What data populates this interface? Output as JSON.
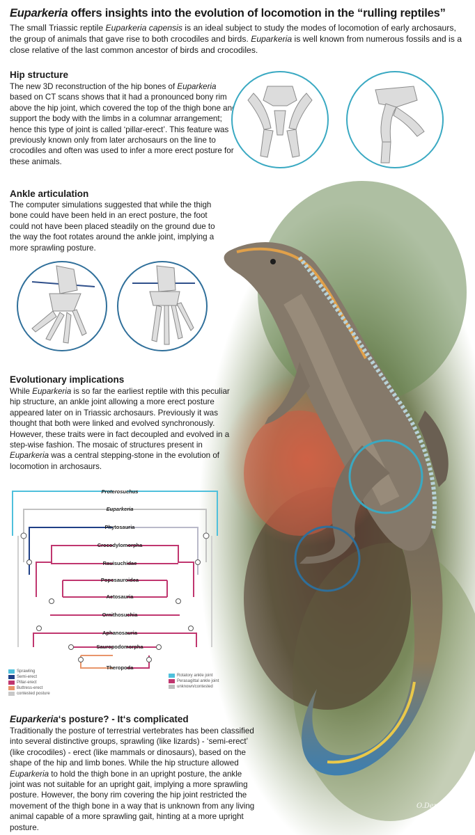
{
  "title": {
    "species": "Euparkeria",
    "rest": " offers insights into the evolution of locomotion in the “rulling reptiles”"
  },
  "intro": {
    "p1": "The small Triassic reptile ",
    "p1_it": "Euparkeria capensis",
    "p2": " is an ideal subject to study the modes of locomotion of early archosaurs, the group of animals that gave rise to both crocodiles and birds. ",
    "p2_it": "Euparkeria",
    "p3": " is well known from numerous fossils and is a close relative of the last common ancestor of birds and crocodiles."
  },
  "hip": {
    "heading": "Hip structure",
    "t1": "The new 3D reconstruction of the hip bones of ",
    "t1_it": "Euparkeria",
    "t2": " based on CT scans shows that it had a pronounced bony rim above the hip joint, which covered the top of the thigh bone and support the body with the limbs in a columnar arrangement; hence this type of joint is called ‘pillar-erect’. This feature was previously known only from later archosaurs on the line to crocodiles and often was used to infer a more erect posture for these animals."
  },
  "ankle": {
    "heading": "Ankle articulation",
    "text": "The computer simulations suggested that while the thigh bone could have been held in an erect posture, the foot could not have been placed steadily on the ground due to the way the foot rotates around the ankle joint, implying a more sprawling posture."
  },
  "evo": {
    "heading": "Evolutionary implications",
    "t1": "While ",
    "t1_it": "Euparkeria",
    "t2": " is so far the earliest reptile with this peculiar hip structure, an ankle joint allowing a more erect posture appeared later on in Triassic archosaurs. Previously it was thought that both were linked and evolved synchronously. However, these traits were in fact decoupled and evolved in a step-wise fashion. The mosaic of structures present in ",
    "t2_it": "Euparkeria",
    "t3": " was a central stepping-stone in the evolution of locomotion in archosaurs."
  },
  "tree": {
    "clades": [
      "Proterosuchus",
      "Euparkeria",
      "Phytosauria",
      "Crocodylomorpha",
      "Rauisuchidae",
      "Poposauroidea",
      "Aetosauria",
      "Ornithosuchia",
      "Aphanosauria",
      "Sauropodomorpha",
      "Theropoda"
    ],
    "legend_left": [
      "Sprawling",
      "Semi-erect",
      "Pillar-erect",
      "Buttress-erect",
      "contested posture"
    ],
    "legend_right": [
      "Rotatory ankle joint",
      "Perasagittal ankle joint",
      "unknown/contested"
    ],
    "colors": {
      "sprawling": "#4fc0dc",
      "semi": "#1f3f86",
      "pillar": "#c0366f",
      "buttress": "#e8956a",
      "contested": "#c8c8c8",
      "rotatory": "#4fc0dc",
      "parasagittal": "#c0366f",
      "unknown": "#bdbdbd"
    }
  },
  "posture": {
    "heading_it": "Euparkeria",
    "heading_rest": "‘s posture? - It‘s complicated",
    "t1": "Traditionally the posture of terrestrial vertebrates has been classified into several distinctive groups, sprawling (like lizards) - ‘semi-erect’ (like crocodiles) - erect (like mammals or dinosaurs), based on the shape of the hip and limb bones. While the hip structure allowed ",
    "t1_it": "Euparkeria",
    "t2": " to hold the thigh bone in an upright posture, the ankle joint was not suitable for an upright gait, implying a more sprawling posture. However, the bony rim covering the hip joint restricted the movement of the thigh bone in a way that is unknown from any living animal capable of a more sprawling gait, hinting at a more upright posture."
  },
  "signature": "O.Demel",
  "accent": "#3aa9c2"
}
